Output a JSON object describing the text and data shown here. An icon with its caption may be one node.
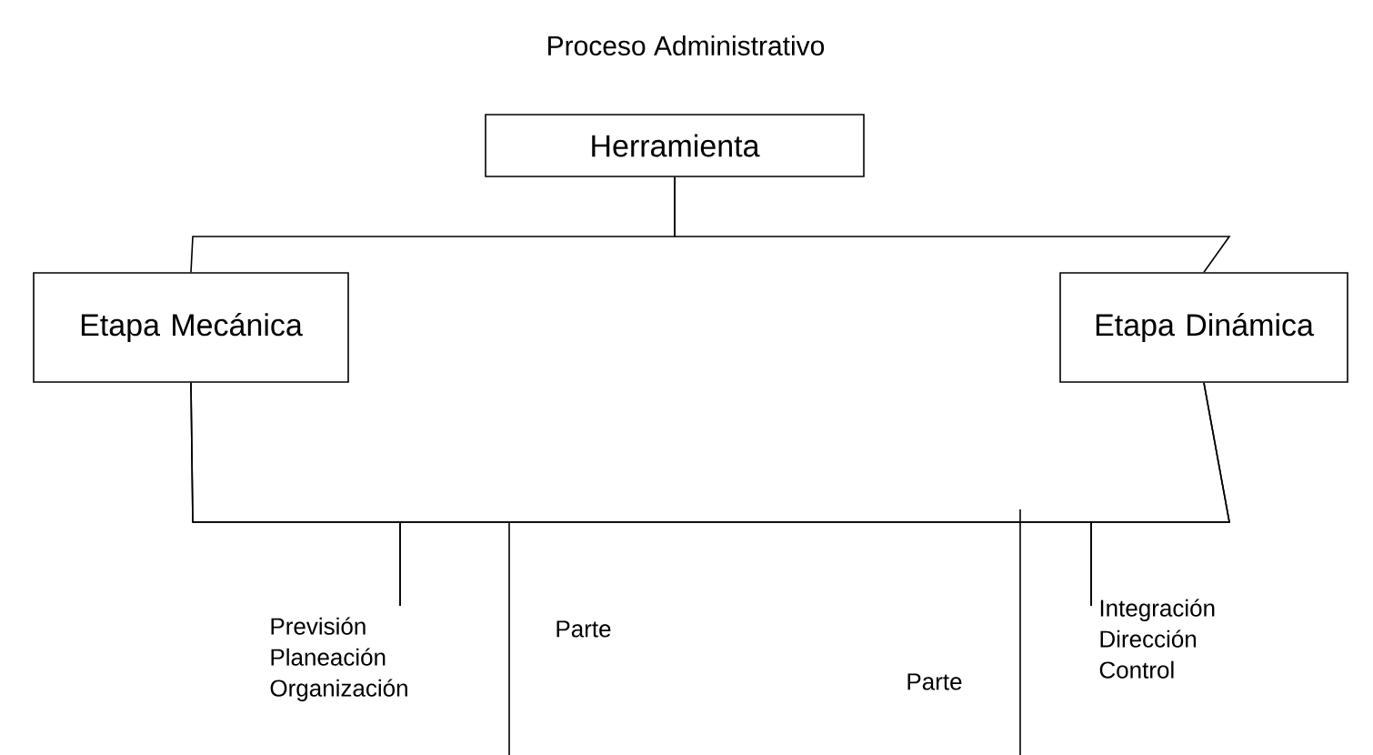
{
  "diagram": {
    "title": "Proceso Administrativo",
    "nodes": [
      {
        "text": [
          "Herramienta"
        ]
      },
      {
        "text": [
          "Etapa Mecánica"
        ]
      },
      {
        "text": [
          "Etapa Dinámica"
        ]
      },
      {
        "text": [
          "Previsión Planeación Organización"
        ]
      },
      {
        "text": [
          "Integración Dirección Control"
        ]
      }
    ],
    "edges": [
      {
        "from": 0,
        "to": 1,
        "arrow": "none"
      },
      {
        "from": 0,
        "to": 2,
        "arrow": "none"
      },
      {
        "from": 1,
        "to": 3,
        "arrow": "none"
      },
      {
        "from": 1,
        "to": 4,
        "arrow": "none"
      },
      {
        "from": 2,
        "to": 3,
        "arrow": "none"
      },
      {
        "from": 2,
        "to": 4,
        "arrow": "none"
      }
    ],
    "labels": [
      "Parte",
      "Parte"
    ]
  }
}
